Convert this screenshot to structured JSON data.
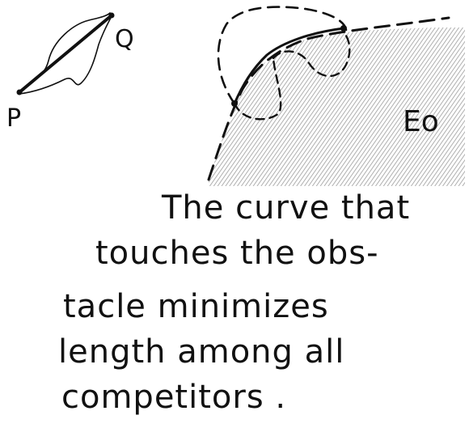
{
  "figure": {
    "labels": {
      "point_p": "P",
      "point_q": "Q",
      "region": "Eo"
    },
    "caption_lines": [
      "The curve that",
      "touches the obs-",
      "tacle minimizes",
      "length among all",
      "competitors ."
    ],
    "colors": {
      "ink": "#111111",
      "paper": "#ffffff",
      "shade": "#9a9a9a"
    }
  }
}
